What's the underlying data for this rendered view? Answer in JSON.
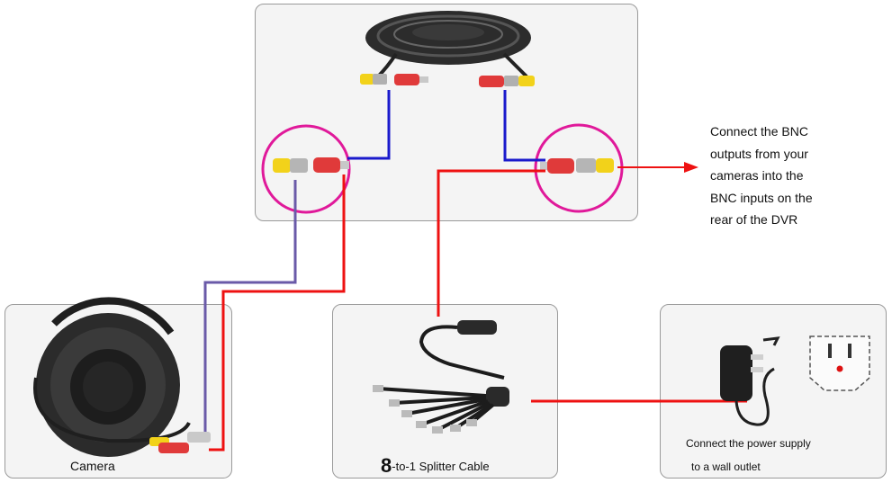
{
  "labels": {
    "camera": "Camera",
    "splitter_number": "8",
    "splitter_text": "-to-1 Splitter Cable",
    "power_line1": "Connect the power supply",
    "power_line2": "to a wall outlet"
  },
  "note_lines": [
    "Connect the BNC",
    "outputs from your",
    "cameras into the",
    "BNC inputs on the",
    "rear of the DVR"
  ],
  "colors": {
    "power_wire": "#ee1111",
    "video_wire": "#1a1acc",
    "camera_video_wire": "#6a5aa8",
    "highlight_circle": "#e0199a",
    "bnc_connector": "#f2d21a",
    "dc_plug": "#e03a3a"
  },
  "icons": [
    "cable-coil-icon",
    "dome-camera-icon",
    "splitter-cable-icon",
    "power-adapter-icon",
    "wall-outlet-icon",
    "bnc-connector-icon",
    "dc-plug-icon"
  ]
}
